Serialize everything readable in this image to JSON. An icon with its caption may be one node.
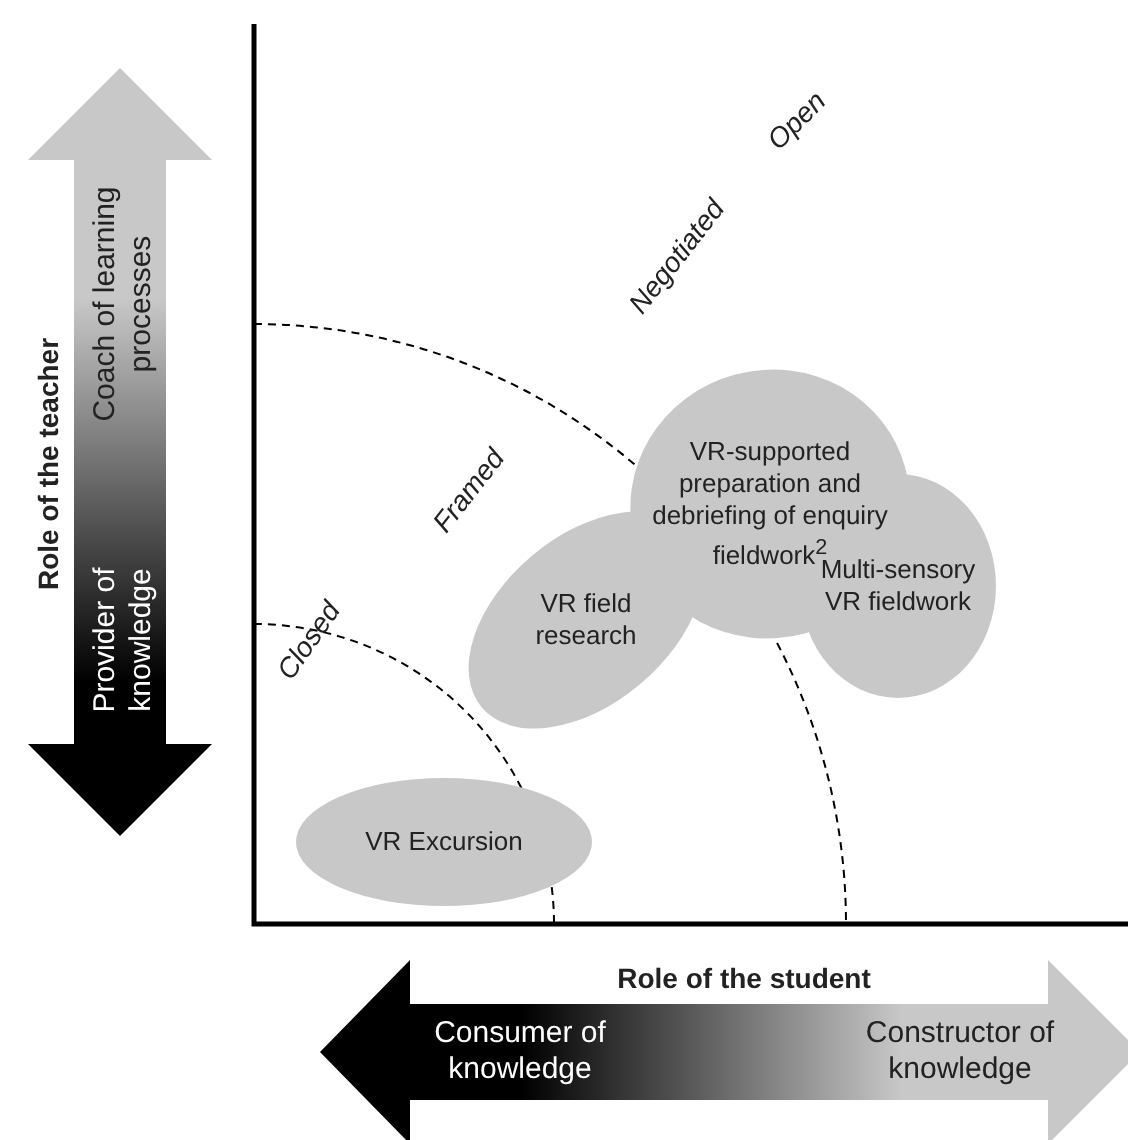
{
  "diagram": {
    "nodes": [
      {
        "text": [
          "VR-supported preparation and debriefing of enquiry fieldwork$^{2}$"
        ]
      },
      {
        "text": [
          "Multi-sensory VR fieldwork"
        ]
      },
      {
        "text": [
          "VR field research"
        ]
      },
      {
        "text": [
          "VR Excursion"
        ]
      }
    ],
    "labels": [
      "Role of the teacher",
      "Coach of learning processes",
      "Provider of knowledge",
      "Open",
      "Negotiated",
      "Framed",
      "Closed",
      "Role of the student",
      "Consumer of knowledge",
      "Constructor of knowledge"
    ]
  }
}
